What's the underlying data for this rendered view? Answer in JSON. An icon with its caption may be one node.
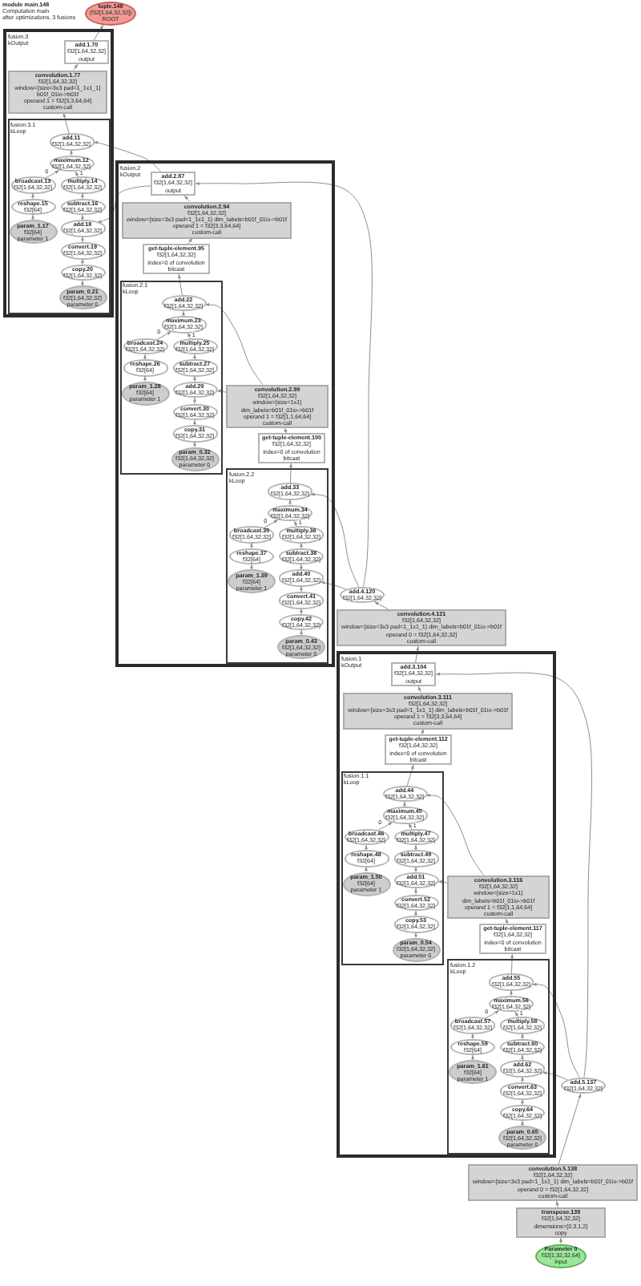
{
  "diagram": {
    "title": "module main.148",
    "labels": [
      "Computation main",
      "after optimizations, 3 fusions"
    ],
    "nodes": [
      {
        "text": [
          "tuple.148",
          "(f32[1,64,32,32])",
          "ROOT"
        ]
      },
      {
        "text": [
          "fusion.3",
          "kOutput"
        ]
      },
      {
        "text": [
          "add.1.70",
          "f32[1,64,32,32]",
          "output"
        ],
        "in": 1
      },
      {
        "text": [
          "convolution.1.77",
          "f32[1,64,32,32]",
          "window={size=3x3 pad=1_1x1_1} b01f_01io->b01f",
          "operand 1 = f32[3,3,64,64]",
          "custom-call"
        ],
        "in": 1
      },
      {
        "text": [
          "fusion.3.1",
          "kLoop"
        ],
        "in": 1
      },
      {
        "text": [
          "add.11",
          "f32[1,64,32,32]"
        ],
        "in": 4
      },
      {
        "text": [
          "maximum.12",
          "f32[1,64,32,32]"
        ],
        "in": 4
      },
      {
        "text": [
          "broadcast.13",
          "f32[1,64,32,32]"
        ],
        "in": 4
      },
      {
        "text": [
          "multiply.14",
          "f32[1,64,32,32]"
        ],
        "in": 4
      },
      {
        "text": [
          "reshape.15",
          "f32[64]"
        ],
        "in": 4
      },
      {
        "text": [
          "subtract.16",
          "f32[1,64,32,32]"
        ],
        "in": 4
      },
      {
        "text": [
          "param_1.17",
          "f32[64]",
          "parameter 1"
        ],
        "in": 4
      },
      {
        "text": [
          "add.18",
          "f32[1,64,32,32]"
        ],
        "in": 4
      },
      {
        "text": [
          "convert.19",
          "f32[1,64,32,32]"
        ],
        "in": 4
      },
      {
        "text": [
          "copy.20",
          "f32[1,64,32,32]"
        ],
        "in": 4
      },
      {
        "text": [
          "param_0.21",
          "f32[1,64,32,32]",
          "parameter 0"
        ],
        "in": 4
      },
      {
        "text": [
          "fusion.2",
          "kOutput"
        ]
      },
      {
        "text": [
          "add.2.87",
          "f32[1,64,32,32]",
          "output"
        ],
        "in": 16
      },
      {
        "text": [
          "convolution.2.94",
          "f32[1,64,32,32]",
          "window={size=3x3 pad=1_1x1_1} dim_labels=b01f_01io->b01f",
          "operand 1 = f32[3,3,64,64]",
          "custom-call"
        ],
        "in": 16
      },
      {
        "text": [
          "get-tuple-element.95",
          "f32[1,64,32,32]",
          "index=0 of convolution",
          "bitcast"
        ],
        "in": 16
      },
      {
        "text": [
          "fusion.2.1",
          "kLoop"
        ],
        "in": 16
      },
      {
        "text": [
          "add.22",
          "f32[1,64,32,32]"
        ],
        "in": 20
      },
      {
        "text": [
          "maximum.23",
          "f32[1,64,32,32]"
        ],
        "in": 20
      },
      {
        "text": [
          "broadcast.24",
          "f32[1,64,32,32]"
        ],
        "in": 20
      },
      {
        "text": [
          "multiply.25",
          "f32[1,64,32,32]"
        ],
        "in": 20
      },
      {
        "text": [
          "reshape.26",
          "f32[64]"
        ],
        "in": 20
      },
      {
        "text": [
          "subtract.27",
          "f32[1,64,32,32]"
        ],
        "in": 20
      },
      {
        "text": [
          "param_1.28",
          "f32[64]",
          "parameter 1"
        ],
        "in": 20
      },
      {
        "text": [
          "add.29",
          "f32[1,64,32,32]"
        ],
        "in": 20
      },
      {
        "text": [
          "convert.30",
          "f32[1,64,32,32]"
        ],
        "in": 20
      },
      {
        "text": [
          "copy.31",
          "f32[1,64,32,32]"
        ],
        "in": 20
      },
      {
        "text": [
          "param_0.32",
          "f32[1,64,32,32]",
          "parameter 0"
        ],
        "in": 20
      },
      {
        "text": [
          "convolution.2.99",
          "f32[1,64,32,32]",
          "window={size=1x1} dim_labels=b01f_01io->b01f",
          "operand 1 = f32[1,1,64,64]",
          "custom-call"
        ],
        "in": 16
      },
      {
        "text": [
          "get-tuple-element.100",
          "f32[1,64,32,32]",
          "index=0 of convolution",
          "bitcast"
        ],
        "in": 16
      },
      {
        "text": [
          "fusion.2.2",
          "kLoop"
        ],
        "in": 16
      },
      {
        "text": [
          "add.33",
          "f32[1,64,32,32]"
        ],
        "in": 34
      },
      {
        "text": [
          "maximum.34",
          "f32[1,64,32,32]"
        ],
        "in": 34
      },
      {
        "text": [
          "broadcast.35",
          "f32[1,64,32,32]"
        ],
        "in": 34
      },
      {
        "text": [
          "multiply.36",
          "f32[1,64,32,32]"
        ],
        "in": 34
      },
      {
        "text": [
          "reshape.37",
          "f32[64]"
        ],
        "in": 34
      },
      {
        "text": [
          "subtract.38",
          "f32[1,64,32,32]"
        ],
        "in": 34
      },
      {
        "text": [
          "param_1.39",
          "f32[64]",
          "parameter 1"
        ],
        "in": 34
      },
      {
        "text": [
          "add.40",
          "f32[1,64,32,32]"
        ],
        "in": 34
      },
      {
        "text": [
          "convert.41",
          "f32[1,64,32,32]"
        ],
        "in": 34
      },
      {
        "text": [
          "copy.42",
          "f32[1,64,32,32]"
        ],
        "in": 34
      },
      {
        "text": [
          "param_0.43",
          "f32[1,64,32,32]",
          "parameter 0"
        ],
        "in": 34
      },
      {
        "text": [
          "add.4.120",
          "f32[1,64,32,32]"
        ]
      },
      {
        "text": [
          "convolution.4.121",
          "f32[1,64,32,32]",
          "window={size=3x3 pad=1_1x1_1} dim_labels=b01f_01io->b01f",
          "operand 0 = f32[1,64,32,32]",
          "custom-call"
        ]
      },
      {
        "text": [
          "fusion.1",
          "kOutput"
        ]
      },
      {
        "text": [
          "add.3.104",
          "f32[1,64,32,32]",
          "output"
        ],
        "in": 48
      },
      {
        "text": [
          "convolution.3.111",
          "f32[1,64,32,32]",
          "window={size=3x3 pad=1_1x1_1} dim_labels=b01f_01io->b01f",
          "operand 1 = f32[3,3,64,64]",
          "custom-call"
        ],
        "in": 48
      },
      {
        "text": [
          "get-tuple-element.112",
          "f32[1,64,32,32]",
          "index=0 of convolution",
          "bitcast"
        ],
        "in": 48
      },
      {
        "text": [
          "fusion.1.1",
          "kLoop"
        ],
        "in": 48
      },
      {
        "text": [
          "add.44",
          "f32[1,64,32,32]"
        ],
        "in": 52
      },
      {
        "text": [
          "maximum.45",
          "f32[1,64,32,32]"
        ],
        "in": 52
      },
      {
        "text": [
          "broadcast.46",
          "f32[1,64,32,32]"
        ],
        "in": 52
      },
      {
        "text": [
          "multiply.47",
          "f32[1,64,32,32]"
        ],
        "in": 52
      },
      {
        "text": [
          "reshape.48",
          "f32[64]"
        ],
        "in": 52
      },
      {
        "text": [
          "subtract.49",
          "f32[1,64,32,32]"
        ],
        "in": 52
      },
      {
        "text": [
          "param_1.50",
          "f32[64]",
          "parameter 1"
        ],
        "in": 52
      },
      {
        "text": [
          "add.51",
          "f32[1,64,32,32]"
        ],
        "in": 52
      },
      {
        "text": [
          "convert.52",
          "f32[1,64,32,32]"
        ],
        "in": 52
      },
      {
        "text": [
          "copy.53",
          "f32[1,64,32,32]"
        ],
        "in": 52
      },
      {
        "text": [
          "param_0.54",
          "f32[1,64,32,32]",
          "parameter 0"
        ],
        "in": 52
      },
      {
        "text": [
          "convolution.3.116",
          "f32[1,64,32,32]",
          "window={size=1x1} dim_labels=b01f_01io->b01f",
          "operand 1 = f32[1,1,64,64]",
          "custom-call"
        ],
        "in": 48
      },
      {
        "text": [
          "get-tuple-element.117",
          "f32[1,64,32,32]",
          "index=0 of convolution",
          "bitcast"
        ],
        "in": 48
      },
      {
        "text": [
          "fusion.1.2",
          "kLoop"
        ],
        "in": 48
      },
      {
        "text": [
          "add.55",
          "f32[1,64,32,32]"
        ],
        "in": 66
      },
      {
        "text": [
          "maximum.56",
          "f32[1,64,32,32]"
        ],
        "in": 66
      },
      {
        "text": [
          "broadcast.57",
          "f32[1,64,32,32]"
        ],
        "in": 66
      },
      {
        "text": [
          "multiply.58",
          "f32[1,64,32,32]"
        ],
        "in": 66
      },
      {
        "text": [
          "reshape.59",
          "f32[64]"
        ],
        "in": 66
      },
      {
        "text": [
          "subtract.60",
          "f32[1,64,32,32]"
        ],
        "in": 66
      },
      {
        "text": [
          "param_1.61",
          "f32[64]",
          "parameter 1"
        ],
        "in": 66
      },
      {
        "text": [
          "add.62",
          "f32[1,64,32,32]"
        ],
        "in": 66
      },
      {
        "text": [
          "convert.63",
          "f32[1,64,32,32]"
        ],
        "in": 66
      },
      {
        "text": [
          "copy.64",
          "f32[1,64,32,32]"
        ],
        "in": 66
      },
      {
        "text": [
          "param_0.65",
          "f32[1,64,32,32]",
          "parameter 0"
        ],
        "in": 66
      },
      {
        "text": [
          "add.5.137",
          "f32[1,64,32,32]"
        ]
      },
      {
        "text": [
          "convolution.5.138",
          "f32[1,64,32,32]",
          "window={size=3x3 pad=1_1x1_1} dim_labels=b01f_01io->b01f",
          "operand 0 = f32[1,64,32,32]",
          "custom-call"
        ]
      },
      {
        "text": [
          "transpose.139",
          "f32[1,64,32,32]",
          "dimensions={0,3,1,2}",
          "copy"
        ]
      },
      {
        "text": [
          "Parameter 0",
          "f32[1,32,32,64]",
          "input"
        ]
      }
    ],
    "edges": [
      {
        "from": 2,
        "to": 0,
        "arrow": "to"
      },
      {
        "from": 3,
        "to": 2,
        "arrow": "to"
      },
      {
        "from": 5,
        "to": 3,
        "arrow": "to"
      },
      {
        "from": 6,
        "to": 5,
        "arrow": "to"
      },
      {
        "from": 7,
        "to": 6,
        "arrow": "to",
        "label": "0"
      },
      {
        "from": 8,
        "to": 6,
        "arrow": "to",
        "label": "1"
      },
      {
        "from": 9,
        "to": 7,
        "arrow": "to"
      },
      {
        "from": 11,
        "to": 9,
        "arrow": "to"
      },
      {
        "from": 10,
        "to": 8,
        "arrow": "to"
      },
      {
        "from": 12,
        "to": 10,
        "arrow": "to"
      },
      {
        "from": 13,
        "to": 12,
        "arrow": "to"
      },
      {
        "from": 14,
        "to": 13,
        "arrow": "to"
      },
      {
        "from": 15,
        "to": 14,
        "arrow": "to"
      },
      {
        "from": 17,
        "to": 5,
        "arrow": "to"
      },
      {
        "from": 17,
        "to": 12,
        "arrow": "to"
      },
      {
        "from": 18,
        "to": 17,
        "arrow": "to"
      },
      {
        "from": 19,
        "to": 18,
        "arrow": "to"
      },
      {
        "from": 21,
        "to": 19,
        "arrow": "to"
      },
      {
        "from": 22,
        "to": 21,
        "arrow": "to"
      },
      {
        "from": 23,
        "to": 22,
        "arrow": "to",
        "label": "0"
      },
      {
        "from": 24,
        "to": 22,
        "arrow": "to",
        "label": "1"
      },
      {
        "from": 25,
        "to": 23,
        "arrow": "to"
      },
      {
        "from": 27,
        "to": 25,
        "arrow": "to"
      },
      {
        "from": 26,
        "to": 24,
        "arrow": "to"
      },
      {
        "from": 28,
        "to": 26,
        "arrow": "to"
      },
      {
        "from": 29,
        "to": 28,
        "arrow": "to"
      },
      {
        "from": 30,
        "to": 29,
        "arrow": "to"
      },
      {
        "from": 31,
        "to": 30,
        "arrow": "to"
      },
      {
        "from": 32,
        "to": 21,
        "arrow": "to"
      },
      {
        "from": 32,
        "to": 28,
        "arrow": "to"
      },
      {
        "from": 33,
        "to": 32,
        "arrow": "to"
      },
      {
        "from": 35,
        "to": 33,
        "arrow": "to"
      },
      {
        "from": 36,
        "to": 35,
        "arrow": "to"
      },
      {
        "from": 37,
        "to": 36,
        "arrow": "to",
        "label": "0"
      },
      {
        "from": 38,
        "to": 36,
        "arrow": "to",
        "label": "1"
      },
      {
        "from": 39,
        "to": 37,
        "arrow": "to"
      },
      {
        "from": 41,
        "to": 39,
        "arrow": "to"
      },
      {
        "from": 40,
        "to": 38,
        "arrow": "to"
      },
      {
        "from": 42,
        "to": 40,
        "arrow": "to"
      },
      {
        "from": 43,
        "to": 42,
        "arrow": "to"
      },
      {
        "from": 44,
        "to": 43,
        "arrow": "to"
      },
      {
        "from": 45,
        "to": 44,
        "arrow": "to"
      },
      {
        "from": 46,
        "to": 35,
        "arrow": "to"
      },
      {
        "from": 46,
        "to": 42,
        "arrow": "to"
      },
      {
        "from": 46,
        "to": 17,
        "arrow": "to"
      },
      {
        "from": 47,
        "to": 46,
        "arrow": "to"
      },
      {
        "from": 49,
        "to": 47,
        "arrow": "to"
      },
      {
        "from": 50,
        "to": 49,
        "arrow": "to"
      },
      {
        "from": 51,
        "to": 50,
        "arrow": "to"
      },
      {
        "from": 53,
        "to": 51,
        "arrow": "to"
      },
      {
        "from": 54,
        "to": 53,
        "arrow": "to"
      },
      {
        "from": 55,
        "to": 54,
        "arrow": "to",
        "label": "0"
      },
      {
        "from": 56,
        "to": 54,
        "arrow": "to",
        "label": "1"
      },
      {
        "from": 57,
        "to": 55,
        "arrow": "to"
      },
      {
        "from": 59,
        "to": 57,
        "arrow": "to"
      },
      {
        "from": 58,
        "to": 56,
        "arrow": "to"
      },
      {
        "from": 60,
        "to": 58,
        "arrow": "to"
      },
      {
        "from": 61,
        "to": 60,
        "arrow": "to"
      },
      {
        "from": 62,
        "to": 61,
        "arrow": "to"
      },
      {
        "from": 63,
        "to": 62,
        "arrow": "to"
      },
      {
        "from": 64,
        "to": 53,
        "arrow": "to"
      },
      {
        "from": 64,
        "to": 60,
        "arrow": "to"
      },
      {
        "from": 65,
        "to": 64,
        "arrow": "to"
      },
      {
        "from": 67,
        "to": 65,
        "arrow": "to"
      },
      {
        "from": 68,
        "to": 67,
        "arrow": "to"
      },
      {
        "from": 69,
        "to": 68,
        "arrow": "to",
        "label": "0"
      },
      {
        "from": 70,
        "to": 68,
        "arrow": "to",
        "label": "1"
      },
      {
        "from": 71,
        "to": 69,
        "arrow": "to"
      },
      {
        "from": 73,
        "to": 71,
        "arrow": "to"
      },
      {
        "from": 72,
        "to": 70,
        "arrow": "to"
      },
      {
        "from": 74,
        "to": 72,
        "arrow": "to"
      },
      {
        "from": 75,
        "to": 74,
        "arrow": "to"
      },
      {
        "from": 76,
        "to": 75,
        "arrow": "to"
      },
      {
        "from": 77,
        "to": 76,
        "arrow": "to"
      },
      {
        "from": 78,
        "to": 67,
        "arrow": "to"
      },
      {
        "from": 78,
        "to": 74,
        "arrow": "to"
      },
      {
        "from": 78,
        "to": 49,
        "arrow": "to"
      },
      {
        "from": 79,
        "to": 78,
        "arrow": "to"
      },
      {
        "from": 80,
        "to": 79,
        "arrow": "to"
      },
      {
        "from": 81,
        "to": 80,
        "arrow": "to"
      }
    ]
  }
}
